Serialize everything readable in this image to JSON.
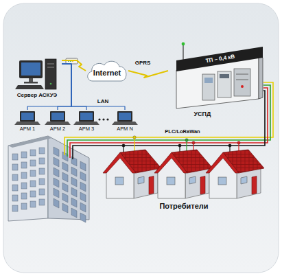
{
  "diagram": {
    "nodes": [
      {
        "text": [
          "Сервер АСКУЭ"
        ]
      },
      {
        "text": [
          "Internet"
        ]
      },
      {
        "text": [
          "ТП – 0,4 кВ",
          "УСПД"
        ]
      },
      {
        "text": [
          "АРМ 1"
        ]
      },
      {
        "text": [
          "АРМ 2"
        ]
      },
      {
        "text": [
          "АРМ 3"
        ]
      },
      {
        "text": [
          "АРМ N"
        ]
      }
    ],
    "edges": [
      {
        "from": 0,
        "to": 1,
        "arrow": "none"
      },
      {
        "from": 1,
        "to": 2,
        "label": "GPRS",
        "arrow": "none"
      },
      {
        "from": 0,
        "to": 3,
        "arrow": "none"
      },
      {
        "from": 0,
        "to": 4,
        "arrow": "none"
      },
      {
        "from": 0,
        "to": 5,
        "arrow": "none"
      },
      {
        "from": 0,
        "to": 6,
        "arrow": "none"
      }
    ],
    "labels": [
      "LAN",
      "PLC/LoRaWan",
      "Потребители"
    ]
  }
}
